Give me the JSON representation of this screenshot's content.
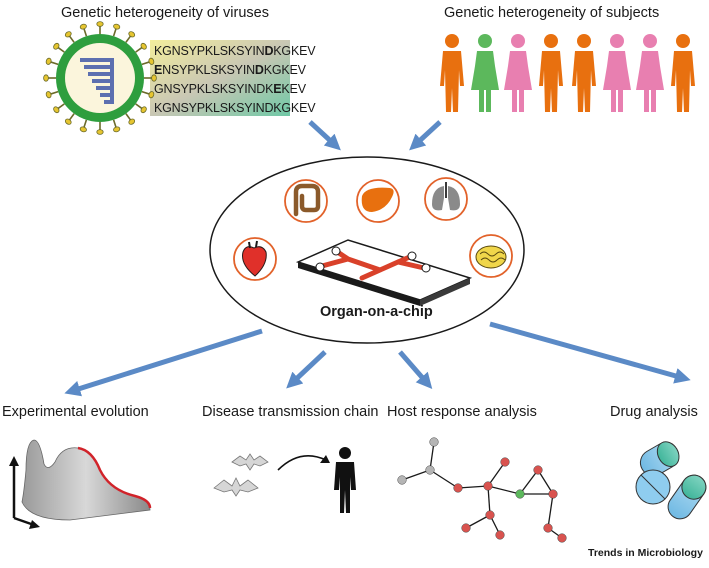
{
  "titles": {
    "viruses": "Genetic heterogeneity of viruses",
    "subjects": "Genetic heterogeneity of subjects"
  },
  "sequences": [
    {
      "pre": "KGNSYPKLSKSYIN",
      "bold": "D",
      "post": "KGKEV"
    },
    {
      "pre": "",
      "bold": "E",
      "post": "NSYPKLSKSYINDKGKEV",
      "bold2": "D",
      "mid": "NSYPKLSKSYIN",
      "tail": "KGKEV"
    },
    {
      "pre": "GNSYPKLSKSYINDK",
      "bold": "E",
      "post": "KEV"
    },
    {
      "pre": "KGNSYPKLSKSYINDKGKEV",
      "bold": "",
      "post": ""
    }
  ],
  "seq_lines": [
    "KGNSYPKLSKSYINDKGKEV",
    "ENSYPKLSKSYINDKGKEV",
    "GNSYPKLSKSYINDKEKEV",
    "KGNSYPKLSKSYINDKGKEV"
  ],
  "people_colors": [
    "#e8700f",
    "#5cb85c",
    "#e87fb0",
    "#e8700f",
    "#e8700f",
    "#e87fb0",
    "#e87fb0",
    "#e8700f"
  ],
  "organs": [
    "intestine-icon",
    "liver-icon",
    "lungs-icon",
    "heart-icon",
    "brain-icon"
  ],
  "center_label": "Organ-on-a-chip",
  "outputs": {
    "evolution": "Experimental evolution",
    "transmission": "Disease transmission chain",
    "host": "Host response analysis",
    "drug": "Drug analysis"
  },
  "footer": "Trends in Microbiology",
  "colors": {
    "arrow": "#5b8ac6",
    "organ_ring": "#e2622a",
    "chip_channel": "#d9412a",
    "virus_ring": "#2e9e3e"
  }
}
